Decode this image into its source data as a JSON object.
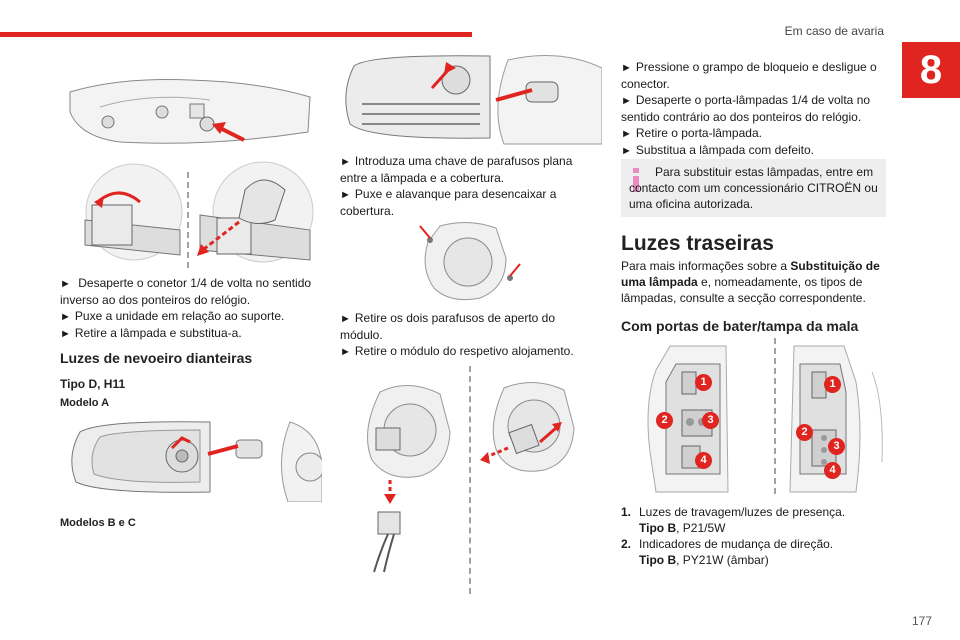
{
  "header": {
    "section_title": "Em caso de avaria",
    "chapter_number": "8",
    "page_number": "177",
    "accent_color": "#e0241f"
  },
  "col1": {
    "steps": [
      "Desaperte o conetor 1/4 de volta no sentido inverso ao dos ponteiros do relógio.",
      "Puxe a unidade em relação ao suporte.",
      "Retire a lâmpada e substitua-a."
    ],
    "heading": "Luzes de nevoeiro dianteiras",
    "type_label": "Tipo D, H11",
    "model_a": "Modelo A",
    "model_bc": "Modelos B e C"
  },
  "col2": {
    "steps_a": [
      "Introduza uma chave de parafusos plana entre a lâmpada e a cobertura.",
      "Puxe e alavanque para desencaixar a cobertura."
    ],
    "steps_b": [
      "Retire os dois parafusos de aperto do módulo.",
      "Retire o módulo do respetivo alojamento."
    ]
  },
  "col3": {
    "steps": [
      "Pressione o grampo de bloqueio e desligue o conector.",
      "Desaperte o porta-lâmpadas 1/4 de volta no sentido contrário ao dos ponteiros do relógio.",
      "Retire o porta-lâmpada.",
      "Substitua a lâmpada com defeito."
    ],
    "info_text": "Para substituir estas lâmpadas, entre em contacto com um concessionário CITROËN ou uma oficina autorizada.",
    "heading": "Luzes traseiras",
    "intro_pre": "Para mais informações sobre a ",
    "intro_bold": "Substituição de uma lâmpada",
    "intro_post": " e, nomeadamente, os tipos de lâmpadas, consulte a secção correspondente.",
    "subheading": "Com portas de bater/tampa da mala",
    "callouts": [
      "1",
      "2",
      "3",
      "4"
    ],
    "list": [
      {
        "num": "1.",
        "text": "Luzes de travagem/luzes de presença.",
        "type_bold": "Tipo B",
        "type_rest": ", P21/5W"
      },
      {
        "num": "2.",
        "text": "Indicadores de mudança de direção.",
        "type_bold": "Tipo B",
        "type_rest": ", PY21W (âmbar)"
      }
    ]
  },
  "bullet_glyph": "►"
}
